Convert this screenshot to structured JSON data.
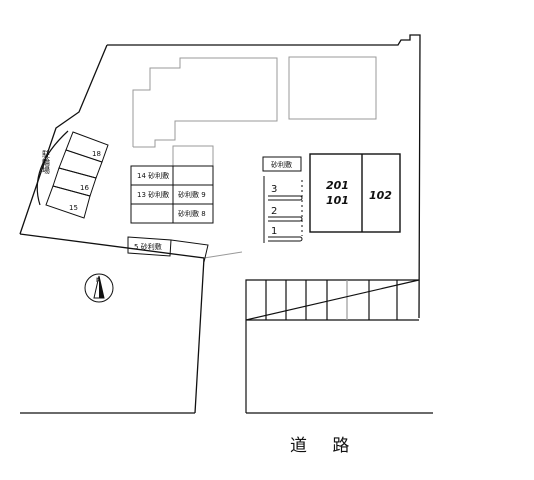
{
  "site_plan": {
    "road_label": "道 路",
    "north_mark": "N",
    "bike_shelter_label": "駐輪場",
    "gravel_label": "砂利敷",
    "building_units": {
      "left_top": "201",
      "left_bottom": "101",
      "right": "102"
    },
    "upper_slots": [
      "3",
      "2",
      "1"
    ],
    "parking": [
      {
        "number": "18",
        "gravel": ""
      },
      {
        "number": "16",
        "gravel": ""
      },
      {
        "number": "15",
        "gravel": ""
      },
      {
        "number": "14",
        "gravel": "砂利敷"
      },
      {
        "number": "13",
        "gravel": "砂利敷"
      },
      {
        "number": "9",
        "gravel": "砂利敷"
      },
      {
        "number": "8",
        "gravel": "砂利敷"
      },
      {
        "number": "5",
        "gravel": "砂利敷"
      }
    ]
  },
  "colors": {
    "line": "#111111",
    "gray_line": "#999999",
    "background": "#ffffff"
  }
}
